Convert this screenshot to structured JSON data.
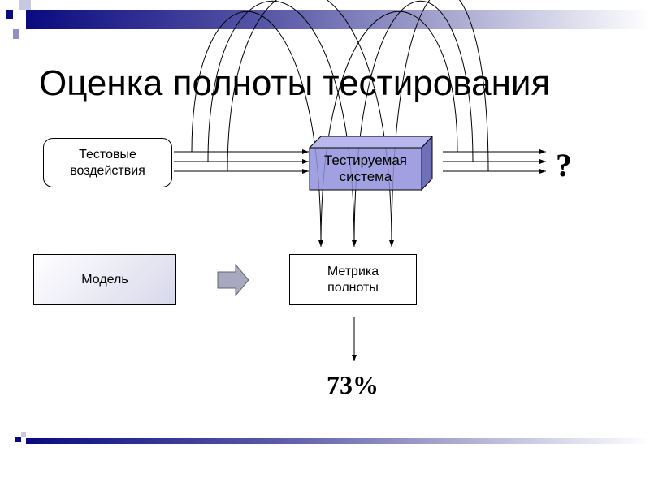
{
  "title": "Оценка полноты тестирования",
  "test_inputs": {
    "line1": "Тестовые",
    "line2": "воздействия"
  },
  "system": {
    "line1": "Тестируемая",
    "line2": "система"
  },
  "model": "Модель",
  "metric": {
    "line1": "Метрика",
    "line2": "полноты"
  },
  "output_unknown": "?",
  "coverage_result": "73%",
  "colors": {
    "accent": "#0a0a80",
    "system_fill": "#9090dd"
  }
}
